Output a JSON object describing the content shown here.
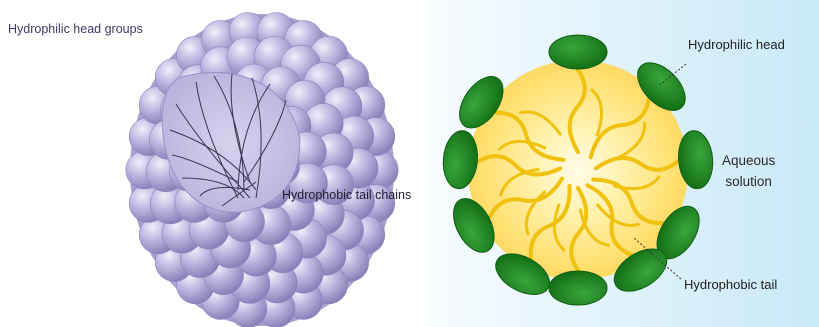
{
  "left_diagram": {
    "label_head_groups": "Hydrophilic head groups",
    "label_tail_chains": "Hydrophobic tail chains",
    "colors": {
      "sphere": "#b7aedb",
      "sphere_dark": "#8f84bf",
      "interior": "#c9c2e6",
      "tails": "#3a3550"
    }
  },
  "right_diagram": {
    "label_hydrophilic_head": "Hydrophilic head",
    "label_aqueous_line1": "Aqueous",
    "label_aqueous_line2": "solution",
    "label_hydrophobic_tail": "Hydrophobic tail",
    "colors": {
      "background": "#d8f0fa",
      "core": "#ffe37a",
      "tails": "#f2c416",
      "heads": "#1f8a22"
    }
  }
}
